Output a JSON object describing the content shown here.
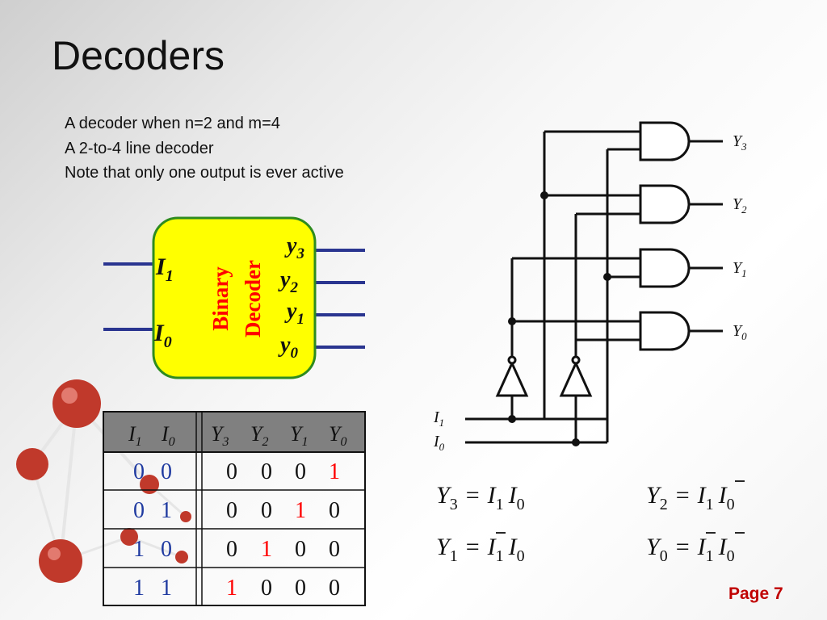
{
  "slide": {
    "title": "Decoders",
    "bullets": [
      "A decoder when n=2 and m=4",
      "A 2-to-4 line decoder",
      "Note that only one output is ever active"
    ],
    "page_label": "Page 7"
  },
  "block": {
    "name_line1": "Binary",
    "name_line2": "Decoder",
    "inputs": [
      {
        "base": "I",
        "sub": "1"
      },
      {
        "base": "I",
        "sub": "0"
      }
    ],
    "outputs": [
      {
        "base": "y",
        "sub": "3"
      },
      {
        "base": "y",
        "sub": "2"
      },
      {
        "base": "y",
        "sub": "1"
      },
      {
        "base": "y",
        "sub": "0"
      }
    ],
    "fill_color": "#ffff00",
    "border_color": "#2e8b1f",
    "text_color": "#ff0000",
    "wire_color": "#2a3590"
  },
  "truth_table": {
    "headers": [
      {
        "base": "I",
        "sub": "1"
      },
      {
        "base": "I",
        "sub": "0"
      },
      {
        "base": "Y",
        "sub": "3"
      },
      {
        "base": "Y",
        "sub": "2"
      },
      {
        "base": "Y",
        "sub": "1"
      },
      {
        "base": "Y",
        "sub": "0"
      }
    ],
    "rows": [
      {
        "inputs": [
          "0",
          "0"
        ],
        "outputs": [
          "0",
          "0",
          "0",
          "1"
        ]
      },
      {
        "inputs": [
          "0",
          "1"
        ],
        "outputs": [
          "0",
          "0",
          "1",
          "0"
        ]
      },
      {
        "inputs": [
          "1",
          "0"
        ],
        "outputs": [
          "0",
          "1",
          "0",
          "0"
        ]
      },
      {
        "inputs": [
          "1",
          "1"
        ],
        "outputs": [
          "1",
          "0",
          "0",
          "0"
        ]
      }
    ],
    "input_color": "#1f3aa0",
    "active_color": "#ff0000",
    "header_bg": "#808080"
  },
  "circuit": {
    "inputs": [
      {
        "base": "I",
        "sub": "1"
      },
      {
        "base": "I",
        "sub": "0"
      }
    ],
    "outputs": [
      {
        "base": "Y",
        "sub": "3"
      },
      {
        "base": "Y",
        "sub": "2"
      },
      {
        "base": "Y",
        "sub": "1"
      },
      {
        "base": "Y",
        "sub": "0"
      }
    ]
  },
  "equations": [
    {
      "lhs": "Y",
      "lhs_sub": "3",
      "eq": "=",
      "t1": "I",
      "t1_sub": "1",
      "t1_bar": false,
      "t2": "I",
      "t2_sub": "0",
      "t2_bar": false
    },
    {
      "lhs": "Y",
      "lhs_sub": "2",
      "eq": "=",
      "t1": "I",
      "t1_sub": "1",
      "t1_bar": false,
      "t2": "I",
      "t2_sub": "0",
      "t2_bar": true
    },
    {
      "lhs": "Y",
      "lhs_sub": "1",
      "eq": "=",
      "t1": "I",
      "t1_sub": "1",
      "t1_bar": true,
      "t2": "I",
      "t2_sub": "0",
      "t2_bar": false
    },
    {
      "lhs": "Y",
      "lhs_sub": "0",
      "eq": "=",
      "t1": "I",
      "t1_sub": "1",
      "t1_bar": true,
      "t2": "I",
      "t2_sub": "0",
      "t2_bar": true
    }
  ]
}
